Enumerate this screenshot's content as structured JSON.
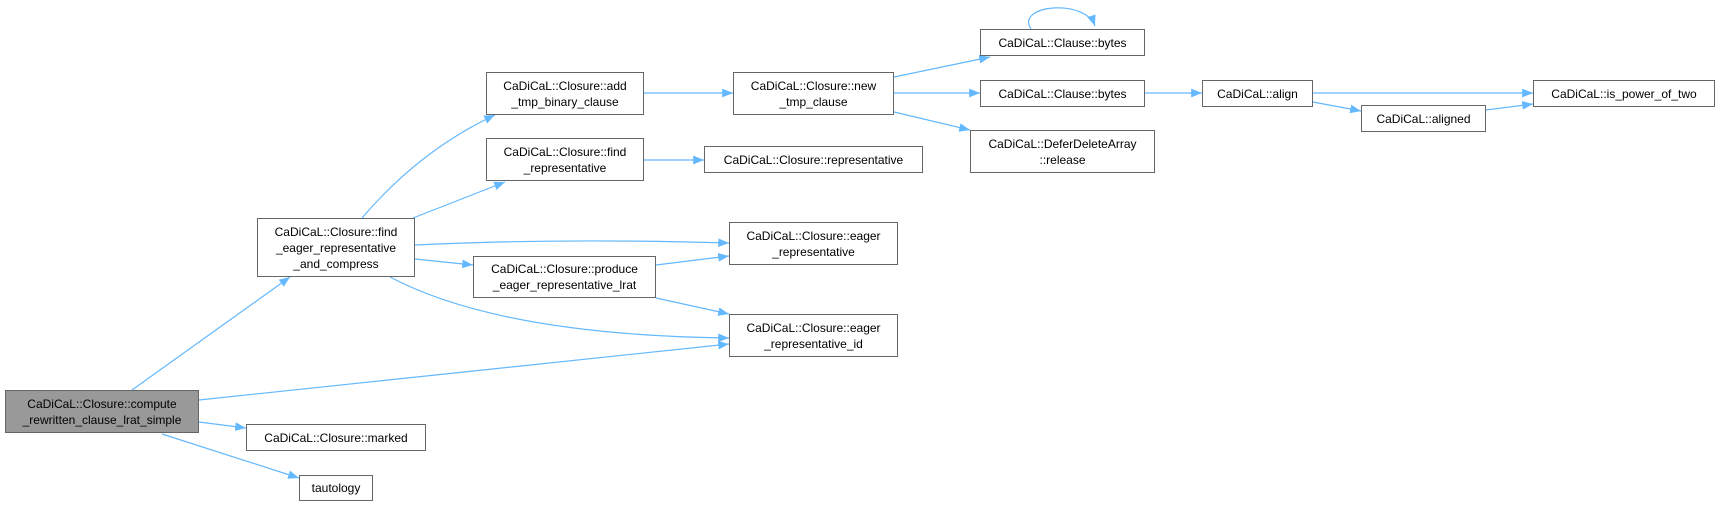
{
  "colors": {
    "edge": "#63b8ff",
    "node_border": "#666666",
    "root_fill": "#999999",
    "node_fill": "#ffffff"
  },
  "nodes": {
    "compute": {
      "lines": [
        "CaDiCaL::Closure::compute",
        "_rewritten_clause_lrat_simple"
      ]
    },
    "find_eager": {
      "lines": [
        "CaDiCaL::Closure::find",
        "_eager_representative",
        "_and_compress"
      ]
    },
    "add_tmp": {
      "lines": [
        "CaDiCaL::Closure::add",
        "_tmp_binary_clause"
      ]
    },
    "find_rep": {
      "lines": [
        "CaDiCaL::Closure::find",
        "_representative"
      ]
    },
    "produce": {
      "lines": [
        "CaDiCaL::Closure::produce",
        "_eager_representative_lrat"
      ]
    },
    "new_tmp": {
      "lines": [
        "CaDiCaL::Closure::new",
        "_tmp_clause"
      ]
    },
    "representative": {
      "lines": [
        "CaDiCaL::Closure::representative"
      ]
    },
    "eager_rep": {
      "lines": [
        "CaDiCaL::Closure::eager",
        "_representative"
      ]
    },
    "eager_rep_id": {
      "lines": [
        "CaDiCaL::Closure::eager",
        "_representative_id"
      ]
    },
    "marked": {
      "lines": [
        "CaDiCaL::Closure::marked"
      ]
    },
    "tautology": {
      "lines": [
        "tautology"
      ]
    },
    "bytes1": {
      "lines": [
        "CaDiCaL::Clause::bytes"
      ]
    },
    "bytes2": {
      "lines": [
        "CaDiCaL::Clause::bytes"
      ]
    },
    "release": {
      "lines": [
        "CaDiCaL::DeferDeleteArray",
        "::release"
      ]
    },
    "align": {
      "lines": [
        "CaDiCaL::align"
      ]
    },
    "aligned": {
      "lines": [
        "CaDiCaL::aligned"
      ]
    },
    "is_power": {
      "lines": [
        "CaDiCaL::is_power_of_two"
      ]
    }
  },
  "edges": [
    [
      "compute",
      "find_eager"
    ],
    [
      "compute",
      "eager_rep_id"
    ],
    [
      "compute",
      "marked"
    ],
    [
      "compute",
      "tautology"
    ],
    [
      "find_eager",
      "add_tmp"
    ],
    [
      "find_eager",
      "find_rep"
    ],
    [
      "find_eager",
      "eager_rep"
    ],
    [
      "find_eager",
      "produce"
    ],
    [
      "find_eager",
      "eager_rep_id"
    ],
    [
      "add_tmp",
      "new_tmp"
    ],
    [
      "find_rep",
      "representative"
    ],
    [
      "produce",
      "eager_rep"
    ],
    [
      "produce",
      "eager_rep_id"
    ],
    [
      "new_tmp",
      "bytes1"
    ],
    [
      "new_tmp",
      "bytes2"
    ],
    [
      "new_tmp",
      "release"
    ],
    [
      "bytes1",
      "bytes1"
    ],
    [
      "bytes2",
      "align"
    ],
    [
      "align",
      "is_power"
    ],
    [
      "align",
      "aligned"
    ],
    [
      "aligned",
      "is_power"
    ]
  ]
}
